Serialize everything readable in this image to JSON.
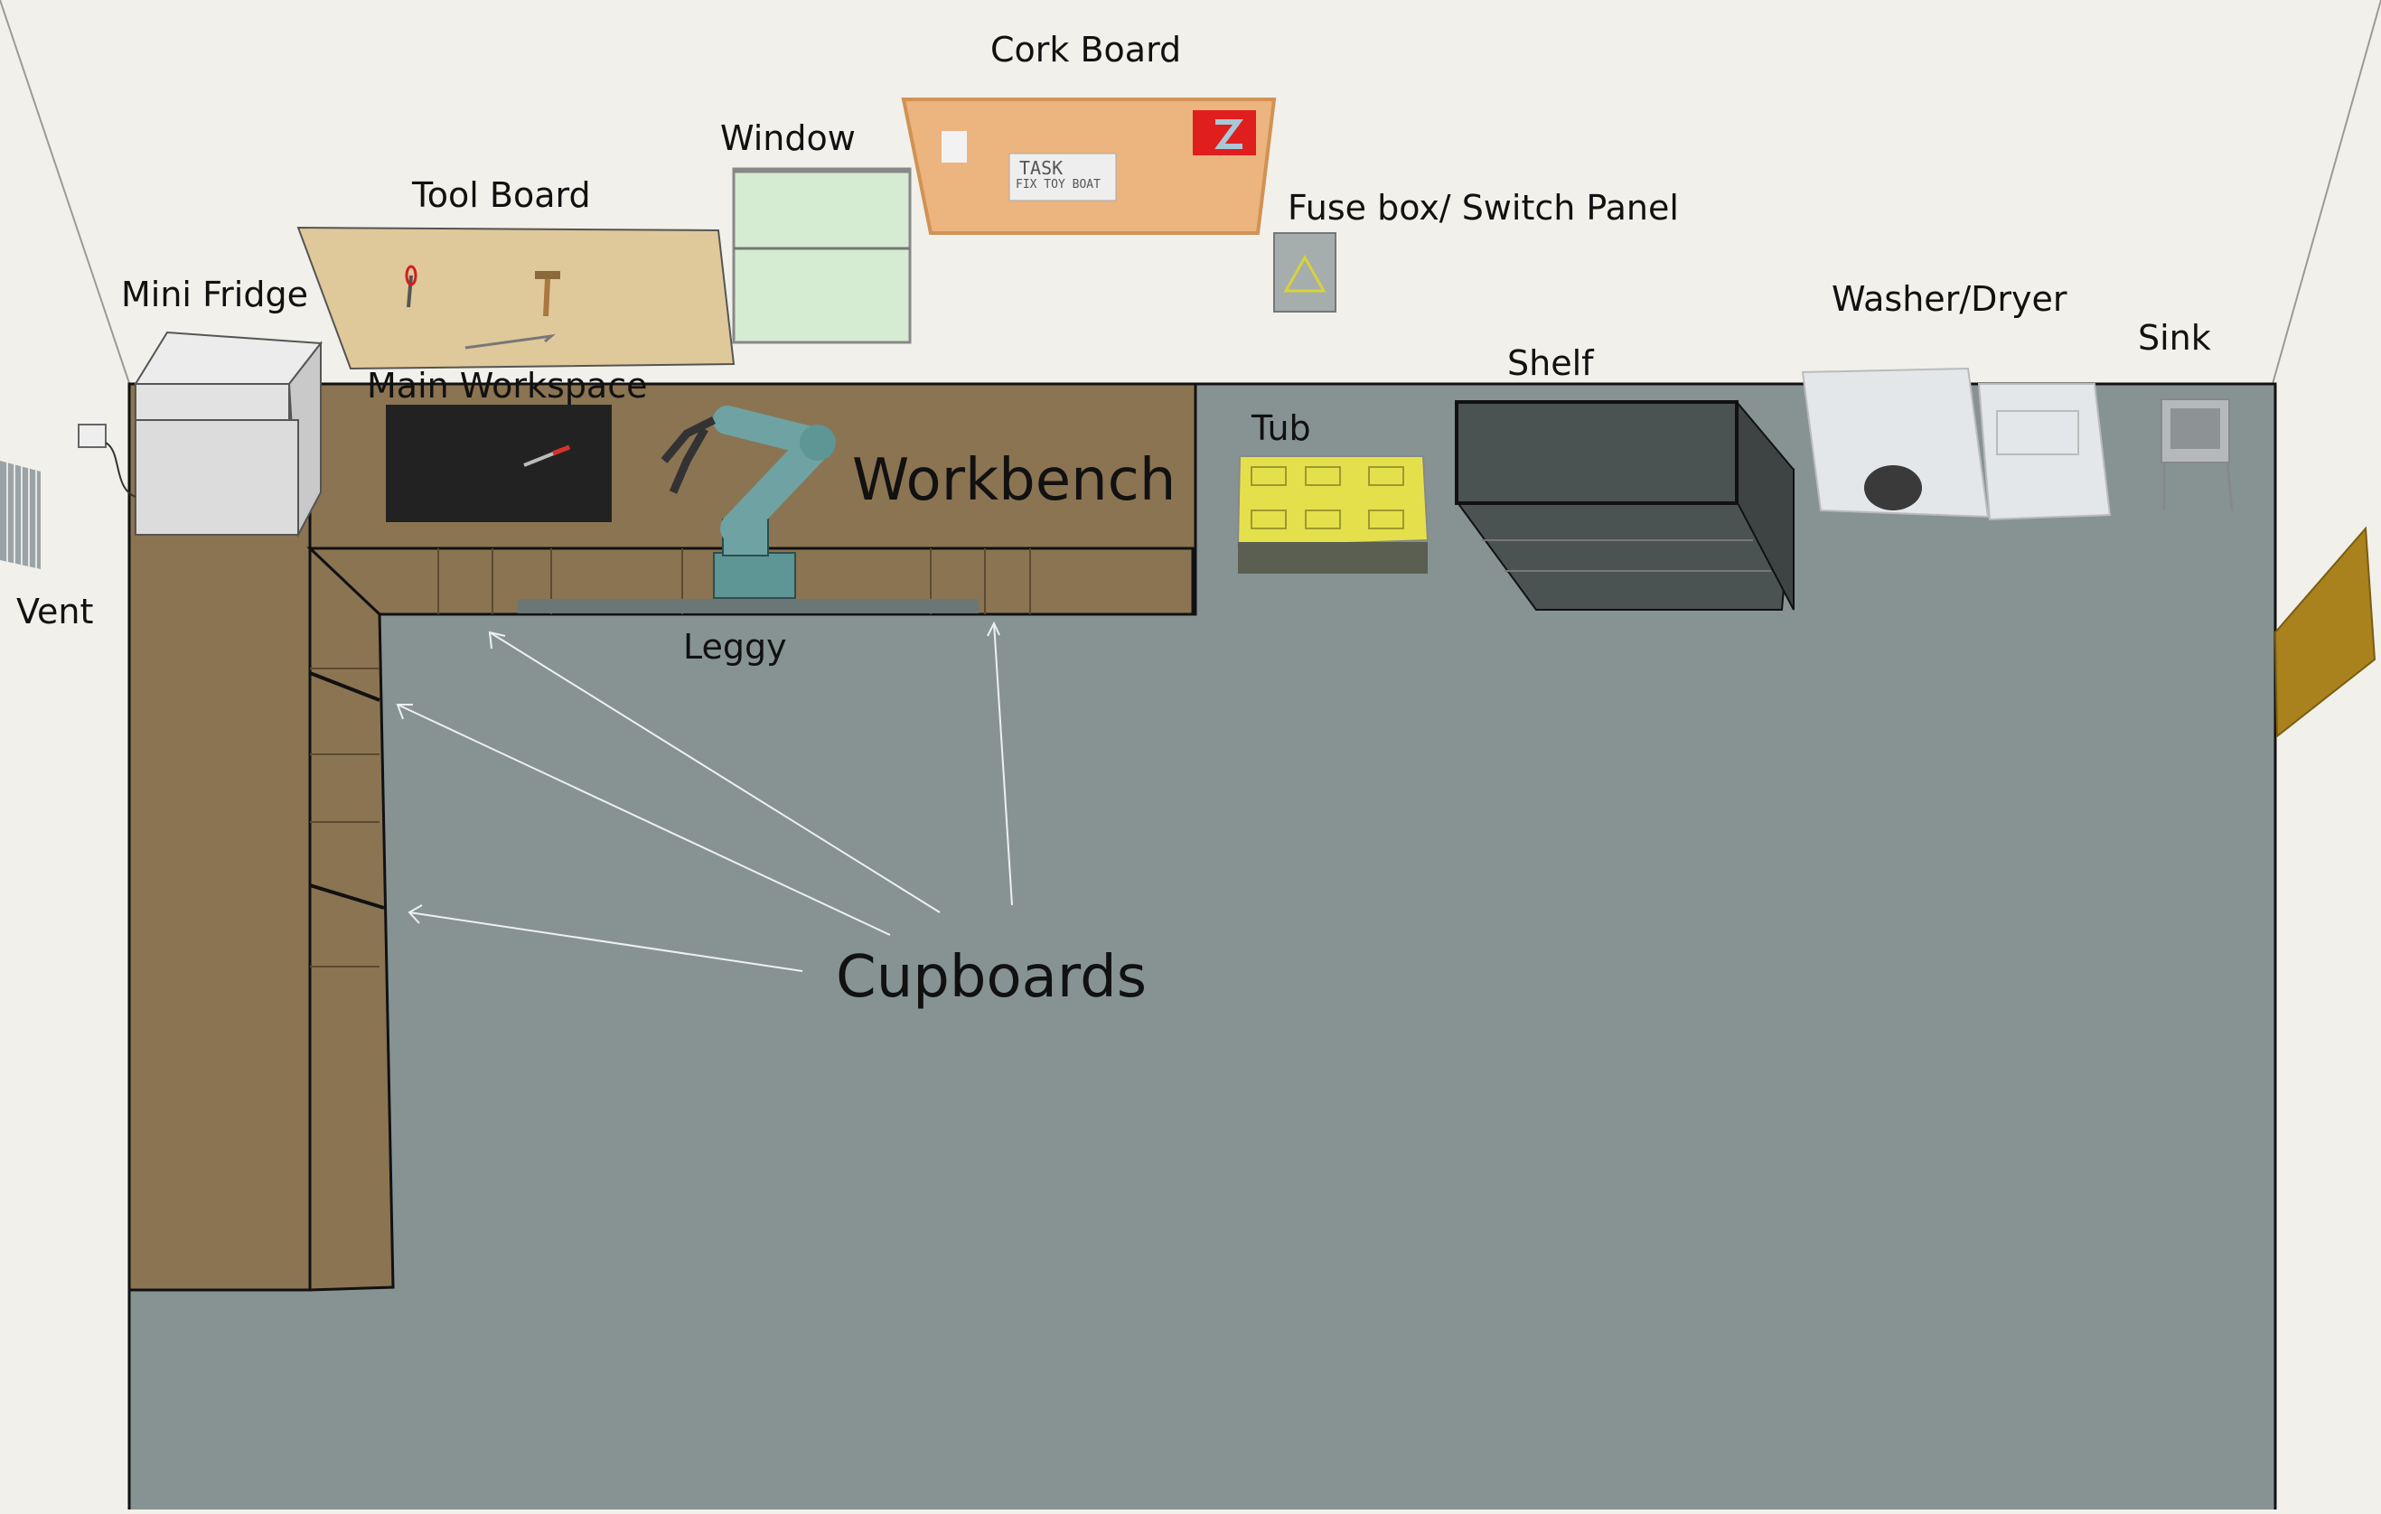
{
  "labels": {
    "cork_board": "Cork Board",
    "window": "Window",
    "tool_board": "Tool Board",
    "fuse_box": "Fuse box/ Switch Panel",
    "mini_fridge": "Mini Fridge",
    "main_workspace": "Main Workspace",
    "workbench": "Workbench",
    "shelf": "Shelf",
    "washer_dryer": "Washer/Dryer",
    "sink": "Sink",
    "tub": "Tub",
    "vent": "Vent",
    "leggy": "Leggy",
    "cupboards": "Cupboards"
  },
  "cork_note": {
    "line1": "TASK",
    "line2": "FIX TOY BOAT"
  },
  "colors": {
    "wall": "#f1f0ea",
    "floor": "#879393",
    "workbench": "#8b7452",
    "cork_board": "#ecb47f",
    "tool_board": "#dfc89a",
    "window_glass": "#d5ecd2",
    "shelf": "#4b5252",
    "tub": "#e4e04c",
    "robot_arm": "#6fa3a3",
    "appliance": "#e3e7ea"
  }
}
